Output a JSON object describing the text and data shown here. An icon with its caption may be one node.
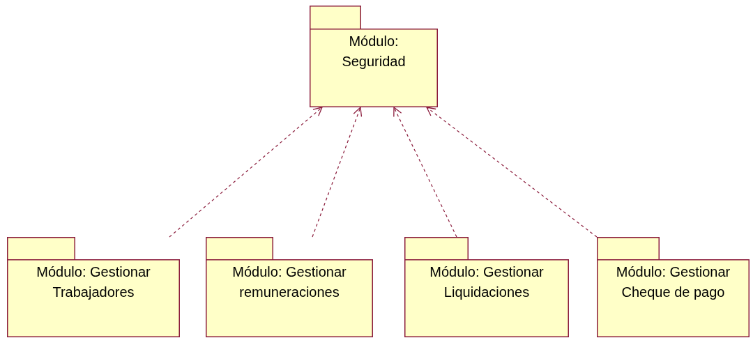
{
  "diagram": {
    "nodes": [
      {
        "text": [
          "Módulo: Seguridad"
        ]
      },
      {
        "text": [
          "Módulo: Gestionar Trabajadores"
        ]
      },
      {
        "text": [
          "Módulo: Gestionar remuneraciones"
        ]
      },
      {
        "text": [
          "Módulo: Gestionar Liquidaciones"
        ]
      },
      {
        "text": [
          "Módulo: Gestionar Cheque de pago"
        ]
      }
    ],
    "edges": [
      {
        "from": 1,
        "to": 0,
        "arrow": "to",
        "style": "dashed"
      },
      {
        "from": 2,
        "to": 0,
        "arrow": "to",
        "style": "dashed"
      },
      {
        "from": 3,
        "to": 0,
        "arrow": "to",
        "style": "dashed"
      },
      {
        "from": 4,
        "to": 0,
        "arrow": "to",
        "style": "dashed"
      }
    ]
  }
}
